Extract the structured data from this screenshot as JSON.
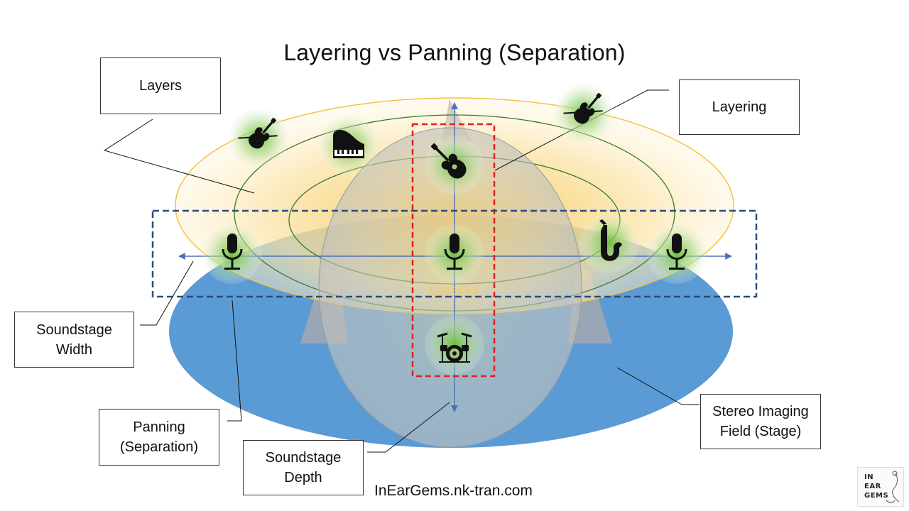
{
  "title": "Layering vs Panning (Separation)",
  "center_label": "Listener",
  "callouts": {
    "layers": "Layers",
    "layering": "Layering",
    "soundstage_width": "Soundstage\nWidth",
    "panning": "Panning\n(Separation)",
    "soundstage_depth": "Soundstage\nDepth",
    "stereo_field": "Stereo Imaging\nField (Stage)"
  },
  "footer": "InEarGems.nk-tran.com",
  "logo_lines": [
    "IN",
    "EAR",
    "GEMS"
  ],
  "instruments": {
    "violin_left": "violin-icon",
    "piano": "piano-icon",
    "guitar": "guitar-icon",
    "violin_right": "violin-icon",
    "mic_left": "microphone-icon",
    "mic_center": "microphone-icon",
    "saxophone": "saxophone-icon",
    "mic_right": "microphone-icon",
    "drums": "drum-kit-icon"
  },
  "colors": {
    "stage_blue": "#5b9bd5",
    "layers_yellow": "#f5c242",
    "ring_green": "#3a7a2a",
    "layering_box": "#e02020",
    "panning_box": "#2a4a7a",
    "glow_green": "#7bc043"
  }
}
